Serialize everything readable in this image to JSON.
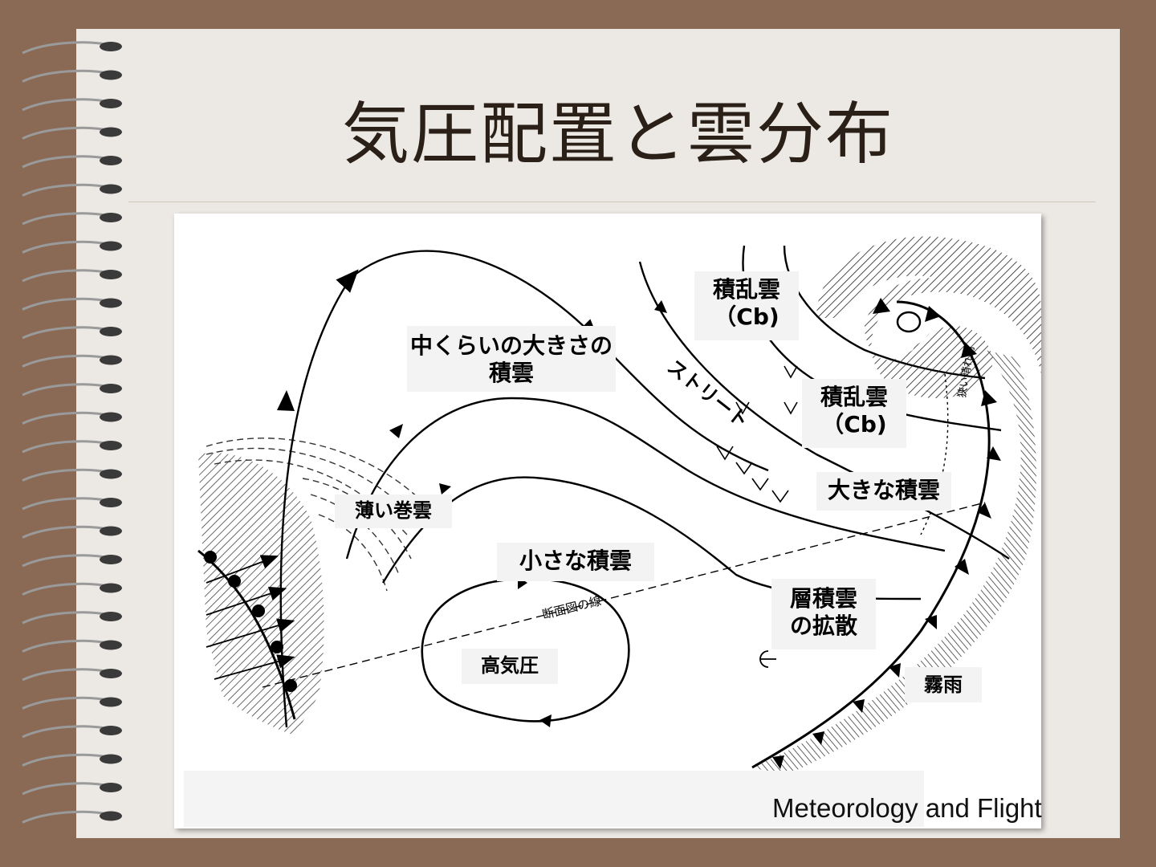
{
  "slide": {
    "title": "気圧配置と雲分布",
    "credit": "Meteorology and Flight"
  },
  "diagram": {
    "labels": {
      "medium_cumulus": "中くらいの大きさの積雲",
      "cb_upper": "積乱雲（Cb)",
      "cb_lower": "積乱雲（Cb)",
      "street": "ストリート",
      "thin_cirrus": "薄い巻雲",
      "large_cumulus": "大きな積雲",
      "small_cumulus": "小さな積雲",
      "stratocumulus_spread": "層積雲の拡散",
      "high_pressure": "高気圧",
      "drizzle": "霧雨",
      "cross_section_line": "断面図の線",
      "clearing": "狭い晴れ間"
    }
  }
}
